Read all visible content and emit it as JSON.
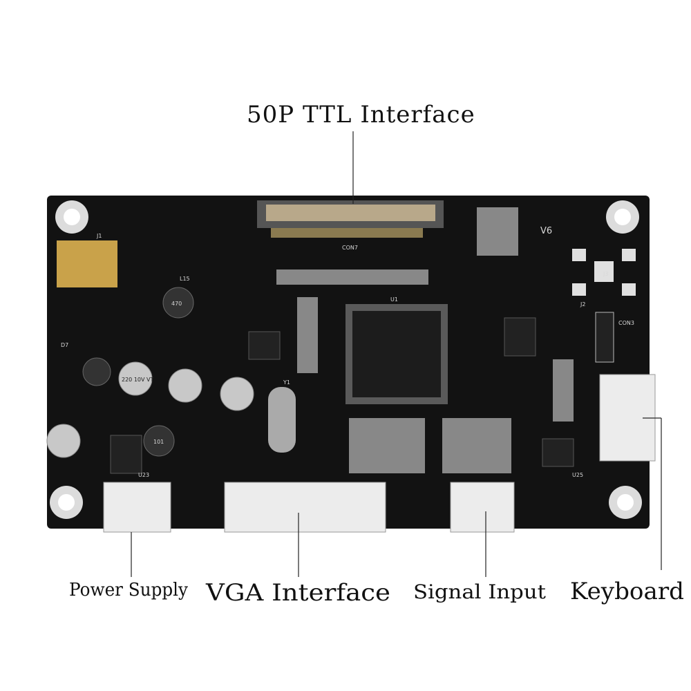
{
  "callouts": {
    "top": "50P TTL Interface",
    "power": "Power Supply",
    "vga": "VGA Interface",
    "signal": "Signal Input",
    "keyboard": "Keyboard"
  },
  "silkscreen": {
    "con7": "CON7",
    "v6": "V6",
    "j1": "J1",
    "j2": "J2",
    "j3": "J3",
    "u1": "U1",
    "y1": "Y1",
    "con3": "CON3",
    "u23": "U23",
    "u25": "U25",
    "l15": "L15",
    "d7": "D7",
    "cap": "220 10V VT",
    "inductor": "101",
    "inductor2": "470"
  },
  "colors": {
    "board": "#111111",
    "connector": "#e8e8e8",
    "gold": "#c9a24a",
    "hole": "#d9d9d9"
  }
}
